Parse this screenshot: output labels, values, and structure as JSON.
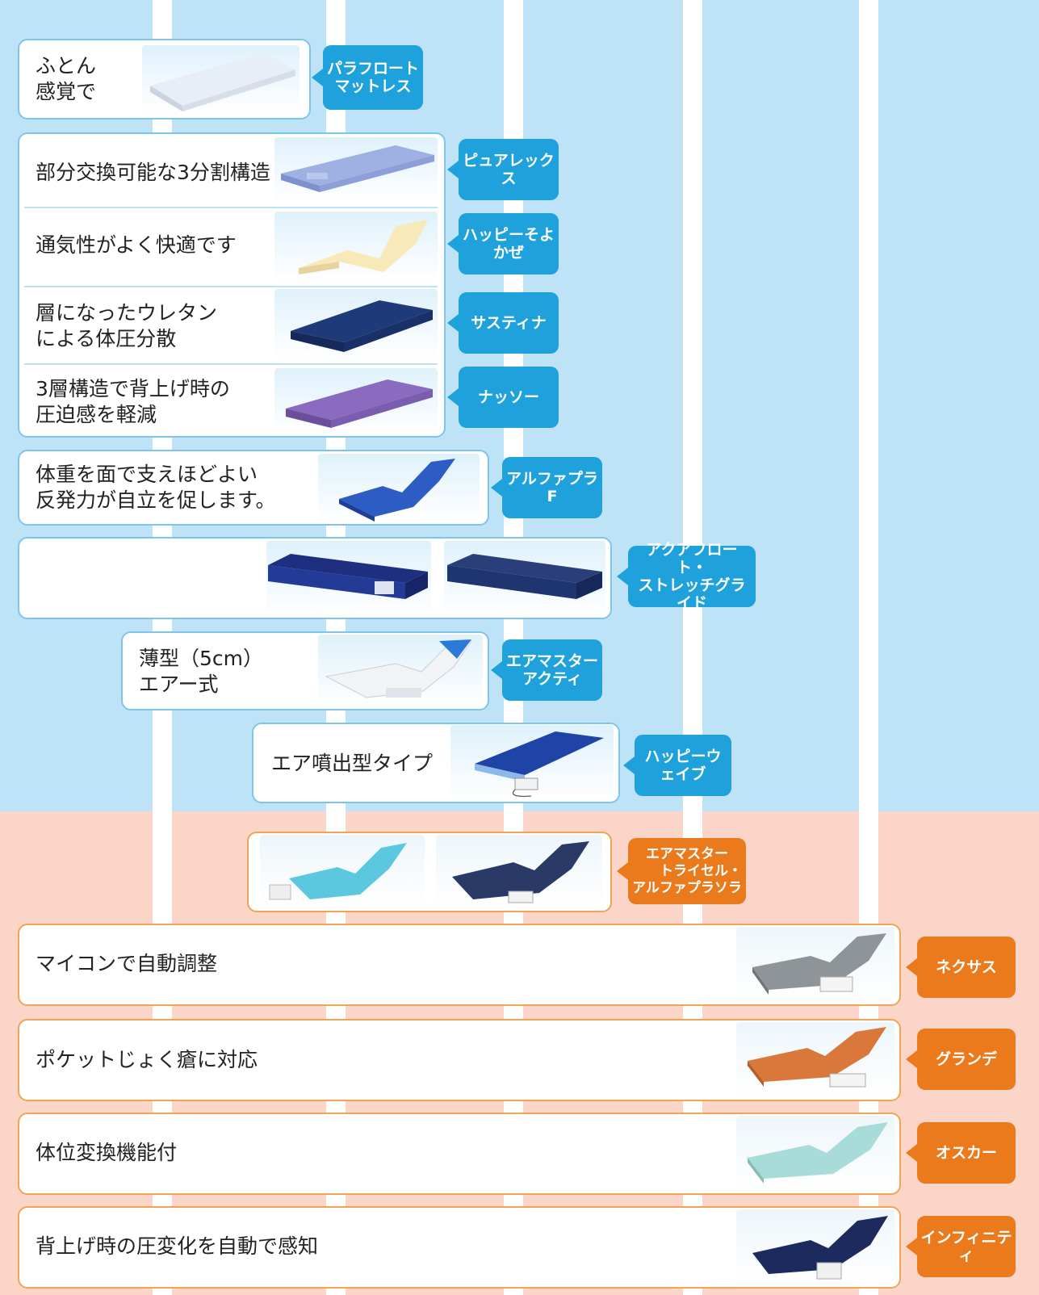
{
  "colors": {
    "sky_panel": "#bfe3f6",
    "peach_panel": "#fbd6c8",
    "blue_tag": "#1fa2dc",
    "orange_tag": "#ea7a1b",
    "blue_border": "#7fc4ea",
    "orange_border": "#f0a458"
  },
  "products": [
    {
      "desc": "ふとん\n感覚で",
      "name": "パラフロート\nマットレス",
      "image": "white-mattress-image"
    },
    {
      "desc": "部分交換可能な3分割構造",
      "name": "ピュアレックス",
      "image": "lavender-mattress-image"
    },
    {
      "desc": "通気性がよく快適です",
      "name": "ハッピーそよかぜ",
      "image": "cream-mattress-image"
    },
    {
      "desc": "層になったウレタン\nによる体圧分散",
      "name": "サスティナ",
      "image": "navy-mattress-image"
    },
    {
      "desc": "3層構造で背上げ時の\n圧迫感を軽減",
      "name": "ナッソー",
      "image": "purple-mattress-image"
    },
    {
      "desc": "体重を面で支えほどよい\n反発力が自立を促します。",
      "name": "アルファプラF",
      "image": "blue-folded-mattress-image"
    },
    {
      "desc": "",
      "name": "アクアフロート・\nストレッチグライド",
      "image": "two-navy-mattresses-image"
    },
    {
      "desc": "薄型（5cm）\nエアー式",
      "name": "エアマスター\nアクティ",
      "image": "thin-air-mattress-image"
    },
    {
      "desc": "エア噴出型タイプ",
      "name": "ハッピーウェイブ",
      "image": "air-blow-mattress-image"
    },
    {
      "desc": "",
      "name": "エアマスター\n　　トライセル・\nアルファプラソラ",
      "image": "two-air-mattresses-image"
    },
    {
      "desc": "マイコンで自動調整",
      "name": "ネクサス",
      "image": "grey-air-mattress-image"
    },
    {
      "desc": "ポケットじょく瘡に対応",
      "name": "グランデ",
      "image": "orange-air-mattress-image"
    },
    {
      "desc": "体位変換機能付",
      "name": "オスカー",
      "image": "mint-air-mattress-image"
    },
    {
      "desc": "背上げ時の圧変化を自動で感知",
      "name": "インフィニティ",
      "image": "navy-air-mattress-image"
    }
  ]
}
